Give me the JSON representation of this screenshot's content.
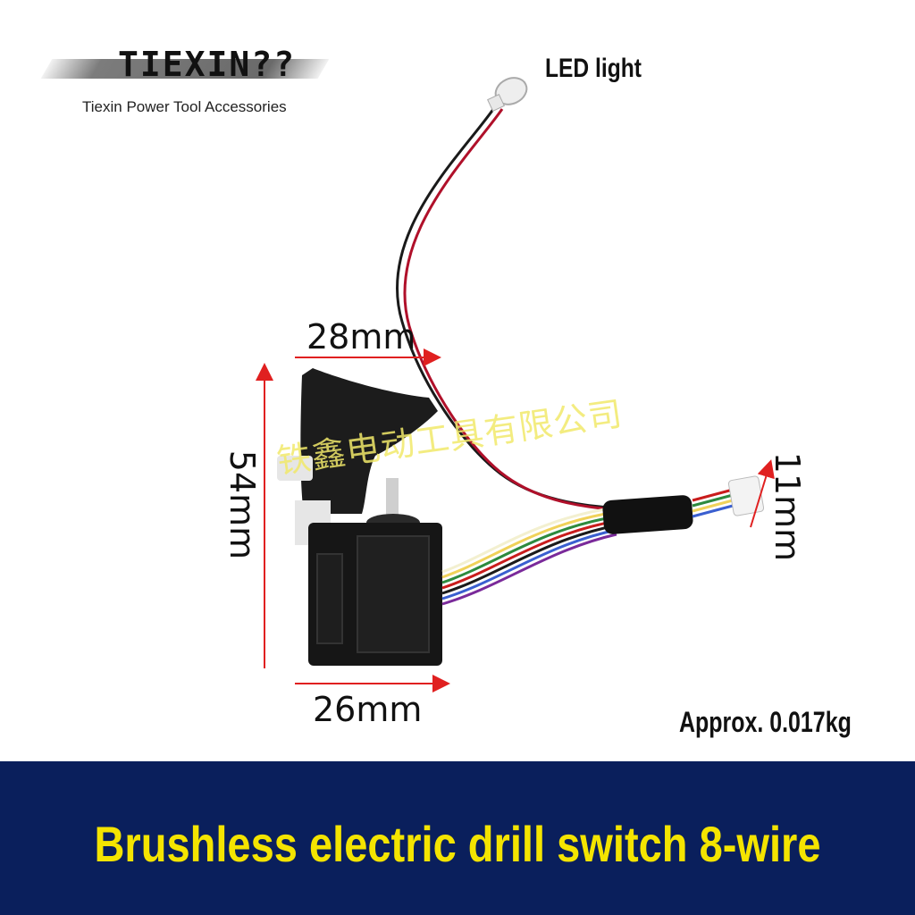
{
  "logo": {
    "brand": "TIEXIN??",
    "tagline": "Tiexin Power Tool Accessories"
  },
  "labels": {
    "led": "LED light",
    "width_top": "28mm",
    "width_bottom": "26mm",
    "height": "54mm",
    "connector": "11mm",
    "weight": "Approx. 0.017kg"
  },
  "watermark": "铁鑫电动工具有限公司",
  "footer": {
    "title": "Brushless electric drill switch 8-wire"
  },
  "colors": {
    "banner": "#0a1f5c",
    "title_text": "#f4e400",
    "dimension_arrow": "#e02020"
  }
}
